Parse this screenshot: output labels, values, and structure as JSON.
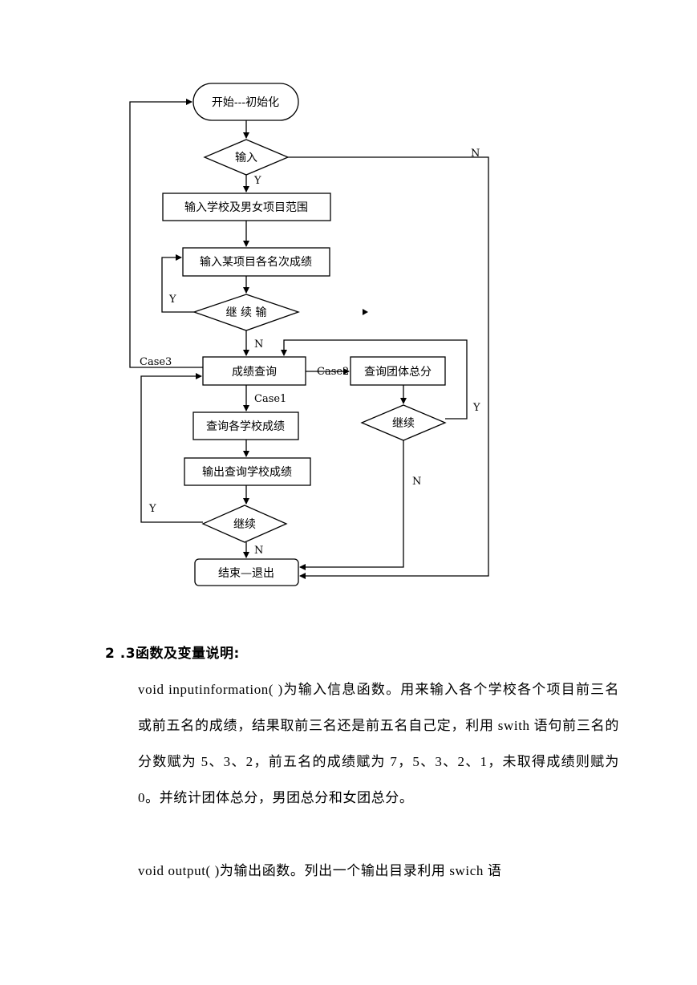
{
  "flowchart": {
    "start": "开始---初始化",
    "decision_input": "输入",
    "input_range": "输入学校及男女项目范围",
    "input_scores": "输入某项目各名次成绩",
    "decision_continue_input": "继 续 输",
    "score_query": "成绩查询",
    "query_team_total": "查询团体总分",
    "decision_continue_team": "继续",
    "query_school_scores": "查询各学校成绩",
    "output_school_scores": "输出查询学校成绩",
    "decision_continue_school": "继续",
    "end": "结束—退出",
    "labels": {
      "n_input": "N",
      "y_input": "Y",
      "y_continue_input": "Y",
      "n_continue_input": "N",
      "case1": "Case1",
      "case2": "Case2",
      "case3": "Case3",
      "y_team": "Y",
      "n_team": "N",
      "y_school": "Y",
      "n_school": "N"
    }
  },
  "document": {
    "heading": "2 .3函数及变量说明:",
    "paragraphs": [
      "void inputinformation( )为输入信息函数。用来输入各个学校各个项目前三名或前五名的成绩，结果取前三名还是前五名自己定，利用 swith 语句前三名的分数赋为 5、3、2，前五名的成绩赋为 7，5、3、2、1，未取得成绩则赋为 0。并统计团体总分，男团总分和女团总分。",
      "void output( )为输出函数。列出一个输出目录利用 swich 语"
    ]
  }
}
